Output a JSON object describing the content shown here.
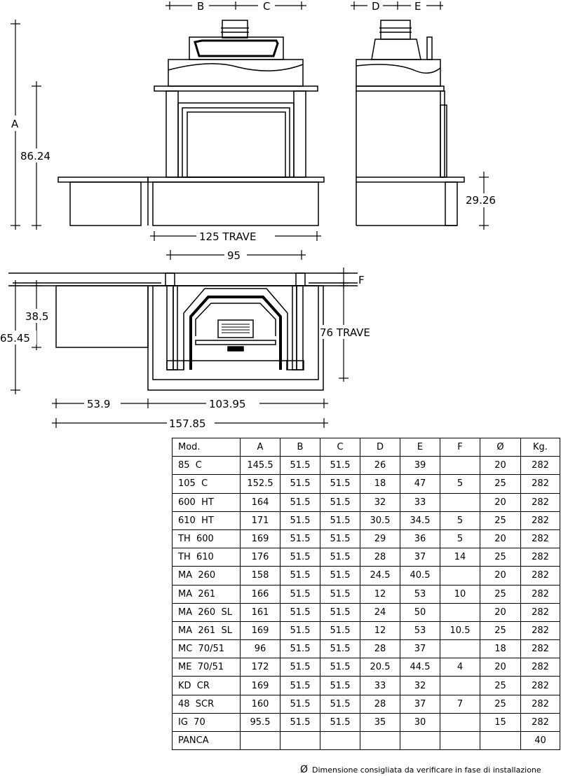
{
  "labels": {
    "A": "A",
    "B": "B",
    "C": "C",
    "D": "D",
    "E": "E",
    "F": "F",
    "height_total": "86.24",
    "bench_height": "29.26",
    "trave_front": "125 TRAVE",
    "width_95": "95",
    "depth_38": "38.5",
    "depth_65": "65.45",
    "trave_side": "76 TRAVE",
    "left_53": "53.9",
    "right_103": "103.95",
    "total_157": "157.85"
  },
  "table": {
    "headers": [
      "Mod.",
      "A",
      "B",
      "C",
      "D",
      "E",
      "F",
      "Ø",
      "Kg."
    ],
    "rows": [
      [
        "85  C",
        "145.5",
        "51.5",
        "51.5",
        "26",
        "39",
        "",
        "20",
        "282"
      ],
      [
        "105  C",
        "152.5",
        "51.5",
        "51.5",
        "18",
        "47",
        "5",
        "25",
        "282"
      ],
      [
        "600  HT",
        "164",
        "51.5",
        "51.5",
        "32",
        "33",
        "",
        "20",
        "282"
      ],
      [
        "610  HT",
        "171",
        "51.5",
        "51.5",
        "30.5",
        "34.5",
        "5",
        "25",
        "282"
      ],
      [
        "TH  600",
        "169",
        "51.5",
        "51.5",
        "29",
        "36",
        "5",
        "20",
        "282"
      ],
      [
        "TH  610",
        "176",
        "51.5",
        "51.5",
        "28",
        "37",
        "14",
        "25",
        "282"
      ],
      [
        "MA  260",
        "158",
        "51.5",
        "51.5",
        "24.5",
        "40.5",
        "",
        "20",
        "282"
      ],
      [
        "MA  261",
        "166",
        "51.5",
        "51.5",
        "12",
        "53",
        "10",
        "25",
        "282"
      ],
      [
        "MA  260  SL",
        "161",
        "51.5",
        "51.5",
        "24",
        "50",
        "",
        "20",
        "282"
      ],
      [
        "MA  261  SL",
        "169",
        "51.5",
        "51.5",
        "12",
        "53",
        "10.5",
        "25",
        "282"
      ],
      [
        "MC  70/51",
        "96",
        "51.5",
        "51.5",
        "28",
        "37",
        "",
        "18",
        "282"
      ],
      [
        "ME  70/51",
        "172",
        "51.5",
        "51.5",
        "20.5",
        "44.5",
        "4",
        "20",
        "282"
      ],
      [
        "KD  CR",
        "169",
        "51.5",
        "51.5",
        "33",
        "32",
        "",
        "25",
        "282"
      ],
      [
        "48  SCR",
        "160",
        "51.5",
        "51.5",
        "28",
        "37",
        "7",
        "25",
        "282"
      ],
      [
        "IG  70",
        "95.5",
        "51.5",
        "51.5",
        "35",
        "30",
        "",
        "15",
        "282"
      ],
      [
        "PANCA",
        "",
        "",
        "",
        "",
        "",
        "",
        "",
        "40"
      ]
    ]
  },
  "footnote": {
    "symbol": "Ø",
    "text": "Dimensione consigliata da verificare in fase di installazione"
  }
}
